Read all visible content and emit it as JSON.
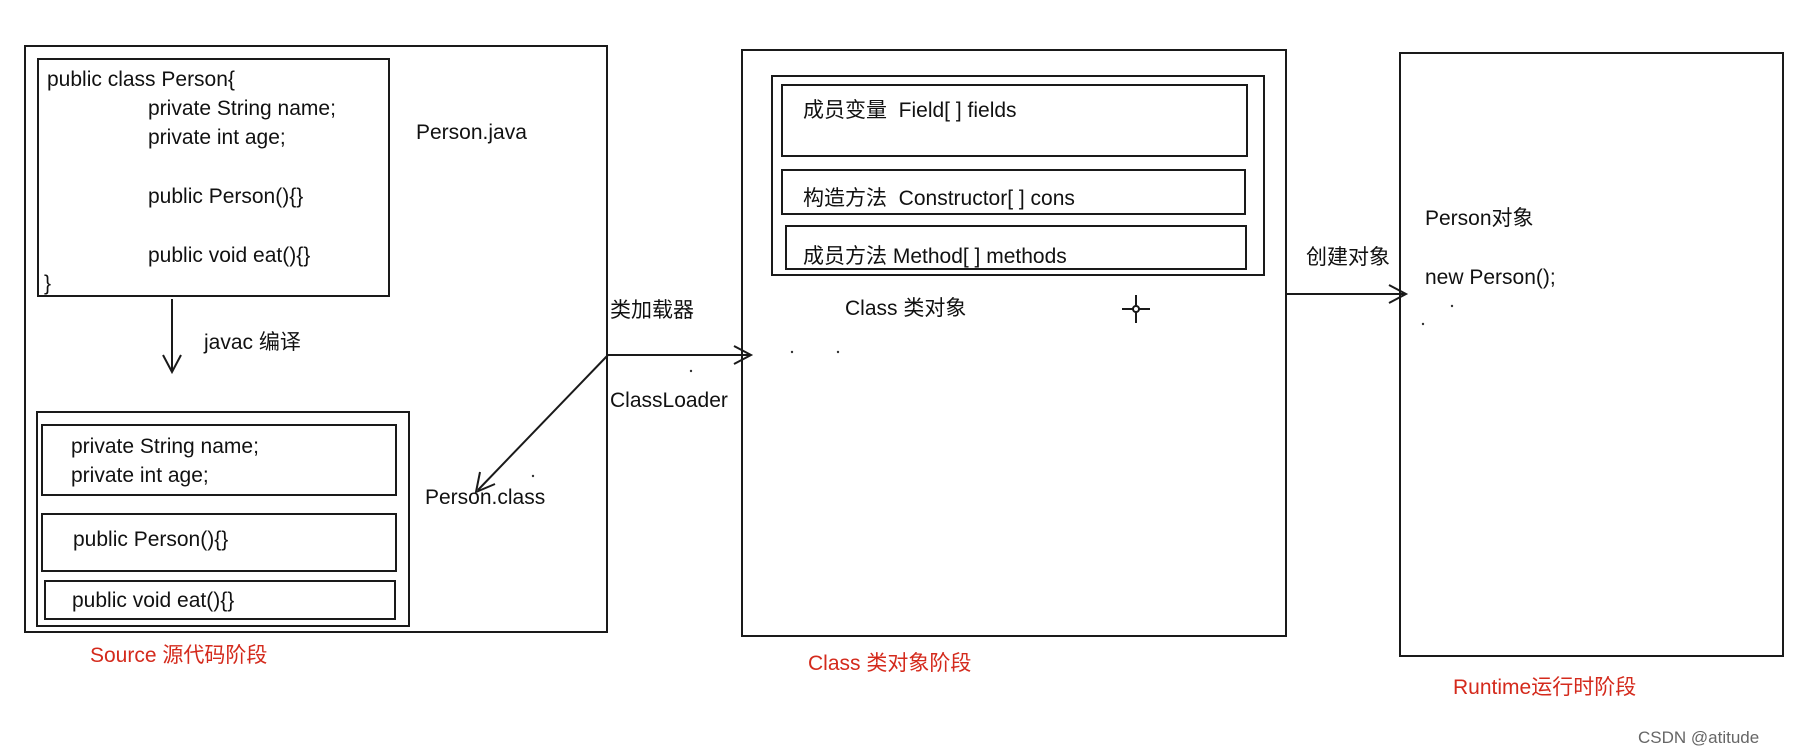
{
  "source_stage": {
    "code_lines": [
      "public class Person{",
      "private String name;",
      "private int age;",
      "public Person(){}",
      "public void eat(){}",
      "}"
    ],
    "file_label": "Person.java",
    "compile_label": "javac 编译",
    "class_file": {
      "fields_lines": [
        "private String name;",
        "private int age;"
      ],
      "constructor": "public Person(){}",
      "method": "public void eat(){}"
    },
    "class_file_label": "Person.class",
    "caption": "Source 源代码阶段"
  },
  "loader": {
    "label_cn": "类加载器",
    "label_en": "ClassLoader"
  },
  "class_stage": {
    "fields": "成员变量  Field[ ] fields",
    "constructors": "构造方法  Constructor[ ] cons",
    "methods": "成员方法 Method[ ] methods",
    "object_label": "Class 类对象",
    "caption": "Class 类对象阶段"
  },
  "create_label": "创建对象",
  "runtime_stage": {
    "object_title": "Person对象",
    "new_expr": "new Person();",
    "caption": "Runtime运行时阶段"
  },
  "watermark": "CSDN @atitude",
  "colors": {
    "caption": "#d42a1c",
    "line": "#1a1a1a"
  }
}
